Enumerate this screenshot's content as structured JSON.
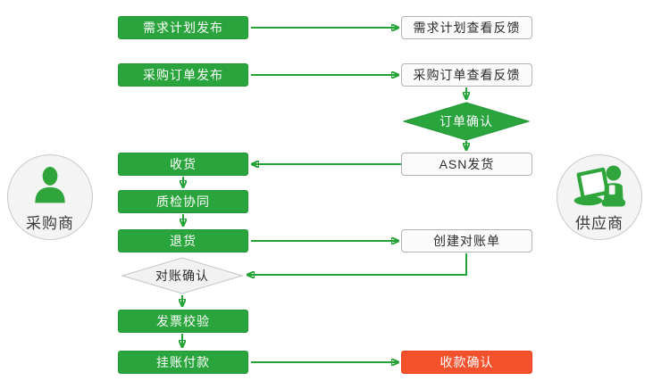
{
  "diagram": {
    "type": "flowchart",
    "background": "#ffffff"
  },
  "colors": {
    "accent_green": "#2aa43c",
    "arrow_green": "#24a336",
    "alert_red": "#f4512c",
    "white_box_bg": "#fbfbfb",
    "white_box_border": "#b3b3b3",
    "gray_diamond_bg": "#f2f2f2",
    "gray_diamond_border": "#c6c6c6",
    "circle_bg": "#f4f4f4",
    "circle_border": "#c9c9c9",
    "text_dark": "#2b2b2b"
  },
  "actors": {
    "buyer": {
      "label": "采购商",
      "icon": "person-icon"
    },
    "supplier": {
      "label": "供应商",
      "icon": "person-laptop-icon"
    }
  },
  "nodes": {
    "demand_plan_publish": {
      "label": "需求计划发布",
      "style": "green",
      "actor": "buyer"
    },
    "demand_plan_feedback": {
      "label": "需求计划查看反馈",
      "style": "white",
      "actor": "supplier"
    },
    "po_publish": {
      "label": "采购订单发布",
      "style": "green",
      "actor": "buyer"
    },
    "po_feedback": {
      "label": "采购订单查看反馈",
      "style": "white",
      "actor": "supplier"
    },
    "order_confirm": {
      "label": "订单确认",
      "style": "green-diamond",
      "actor": "supplier"
    },
    "receiving": {
      "label": "收货",
      "style": "green",
      "actor": "buyer"
    },
    "asn_ship": {
      "label": "ASN发货",
      "style": "white",
      "actor": "supplier"
    },
    "quality_collab": {
      "label": "质检协同",
      "style": "green",
      "actor": "buyer"
    },
    "returns": {
      "label": "退货",
      "style": "green",
      "actor": "buyer"
    },
    "create_statement": {
      "label": "创建对账单",
      "style": "white",
      "actor": "supplier"
    },
    "reconcile_confirm": {
      "label": "对账确认",
      "style": "gray-diamond",
      "actor": "buyer"
    },
    "invoice_check": {
      "label": "发票校验",
      "style": "green",
      "actor": "buyer"
    },
    "book_payment": {
      "label": "挂账付款",
      "style": "green",
      "actor": "buyer"
    },
    "receipt_confirm": {
      "label": "收款确认",
      "style": "red",
      "actor": "supplier"
    }
  },
  "edges": [
    {
      "from": "demand_plan_publish",
      "to": "demand_plan_feedback"
    },
    {
      "from": "po_publish",
      "to": "po_feedback"
    },
    {
      "from": "po_feedback",
      "to": "order_confirm"
    },
    {
      "from": "order_confirm",
      "to": "asn_ship"
    },
    {
      "from": "asn_ship",
      "to": "receiving"
    },
    {
      "from": "receiving",
      "to": "quality_collab"
    },
    {
      "from": "quality_collab",
      "to": "returns"
    },
    {
      "from": "returns",
      "to": "create_statement"
    },
    {
      "from": "create_statement",
      "to": "reconcile_confirm"
    },
    {
      "from": "reconcile_confirm",
      "to": "invoice_check"
    },
    {
      "from": "invoice_check",
      "to": "book_payment"
    },
    {
      "from": "book_payment",
      "to": "receipt_confirm"
    }
  ]
}
